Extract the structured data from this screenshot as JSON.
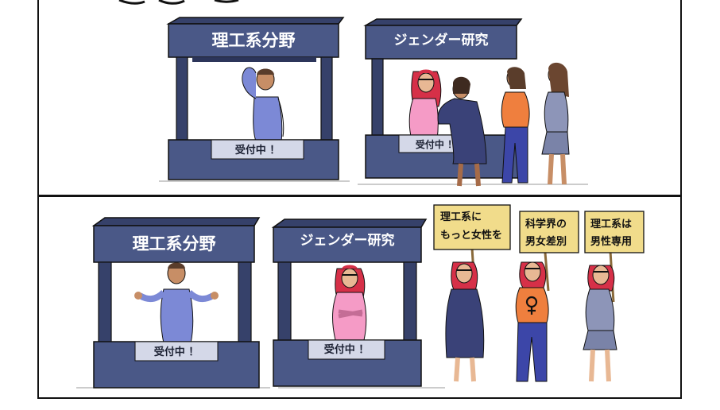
{
  "colors": {
    "booth_navy": "#4a5887",
    "booth_dark": "#36416a",
    "stamp_bg": "#d4d8e8",
    "sign_bg": "#f1dc8b",
    "hat_red": "#d63048",
    "pink_shirt": "#f59bc6",
    "orange_shirt": "#ef7f3e"
  },
  "panel_top": {
    "booth_stem": {
      "title": "理工系分野",
      "badge": "受付中 ！"
    },
    "booth_gender": {
      "title": "ジェンダー研究",
      "badge": "受付中 ！"
    }
  },
  "panel_bottom": {
    "booth_stem": {
      "title": "理工系分野",
      "badge": "受付中 ！"
    },
    "booth_gender": {
      "title": "ジェンダー研究",
      "badge": "受付中 ！"
    },
    "signs": [
      {
        "line1": "理工系に",
        "line2": "もっと女性を"
      },
      {
        "line1": "科学界の",
        "line2": "男女差別"
      },
      {
        "line1": "理工系は",
        "line2": "男性専用"
      }
    ]
  }
}
